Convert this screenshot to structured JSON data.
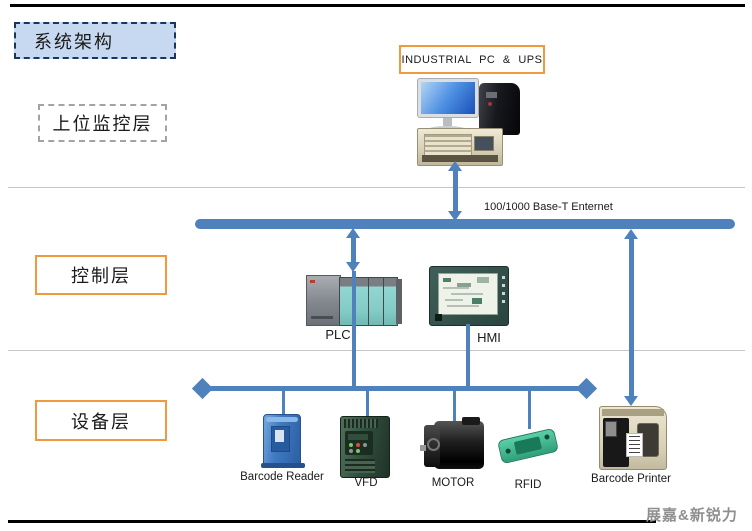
{
  "title": "系统架构",
  "layers": {
    "supervisory": "上位监控层",
    "control": "控制层",
    "device": "设备层"
  },
  "supervisory_layer": {
    "pc_box_label": "INDUSTRIAL PC & UPS"
  },
  "network": {
    "ethernet_label": "100/1000 Base-T Enternet"
  },
  "control_layer": {
    "plc_label": "PLC",
    "hmi_label": "HMI"
  },
  "device_layer": {
    "barcode_reader": "Barcode Reader",
    "vfd": "VFD",
    "motor": "MOTOR",
    "rfid": "RFID",
    "barcode_printer": "Barcode Printer"
  },
  "watermark": "展嘉&新锐力",
  "colors": {
    "bus_blue": "#4f81bd",
    "accent_orange": "#ef9a3d",
    "title_fill": "#c6d9f0",
    "title_border": "#17375d",
    "separator_gray": "#c6c6c6"
  }
}
